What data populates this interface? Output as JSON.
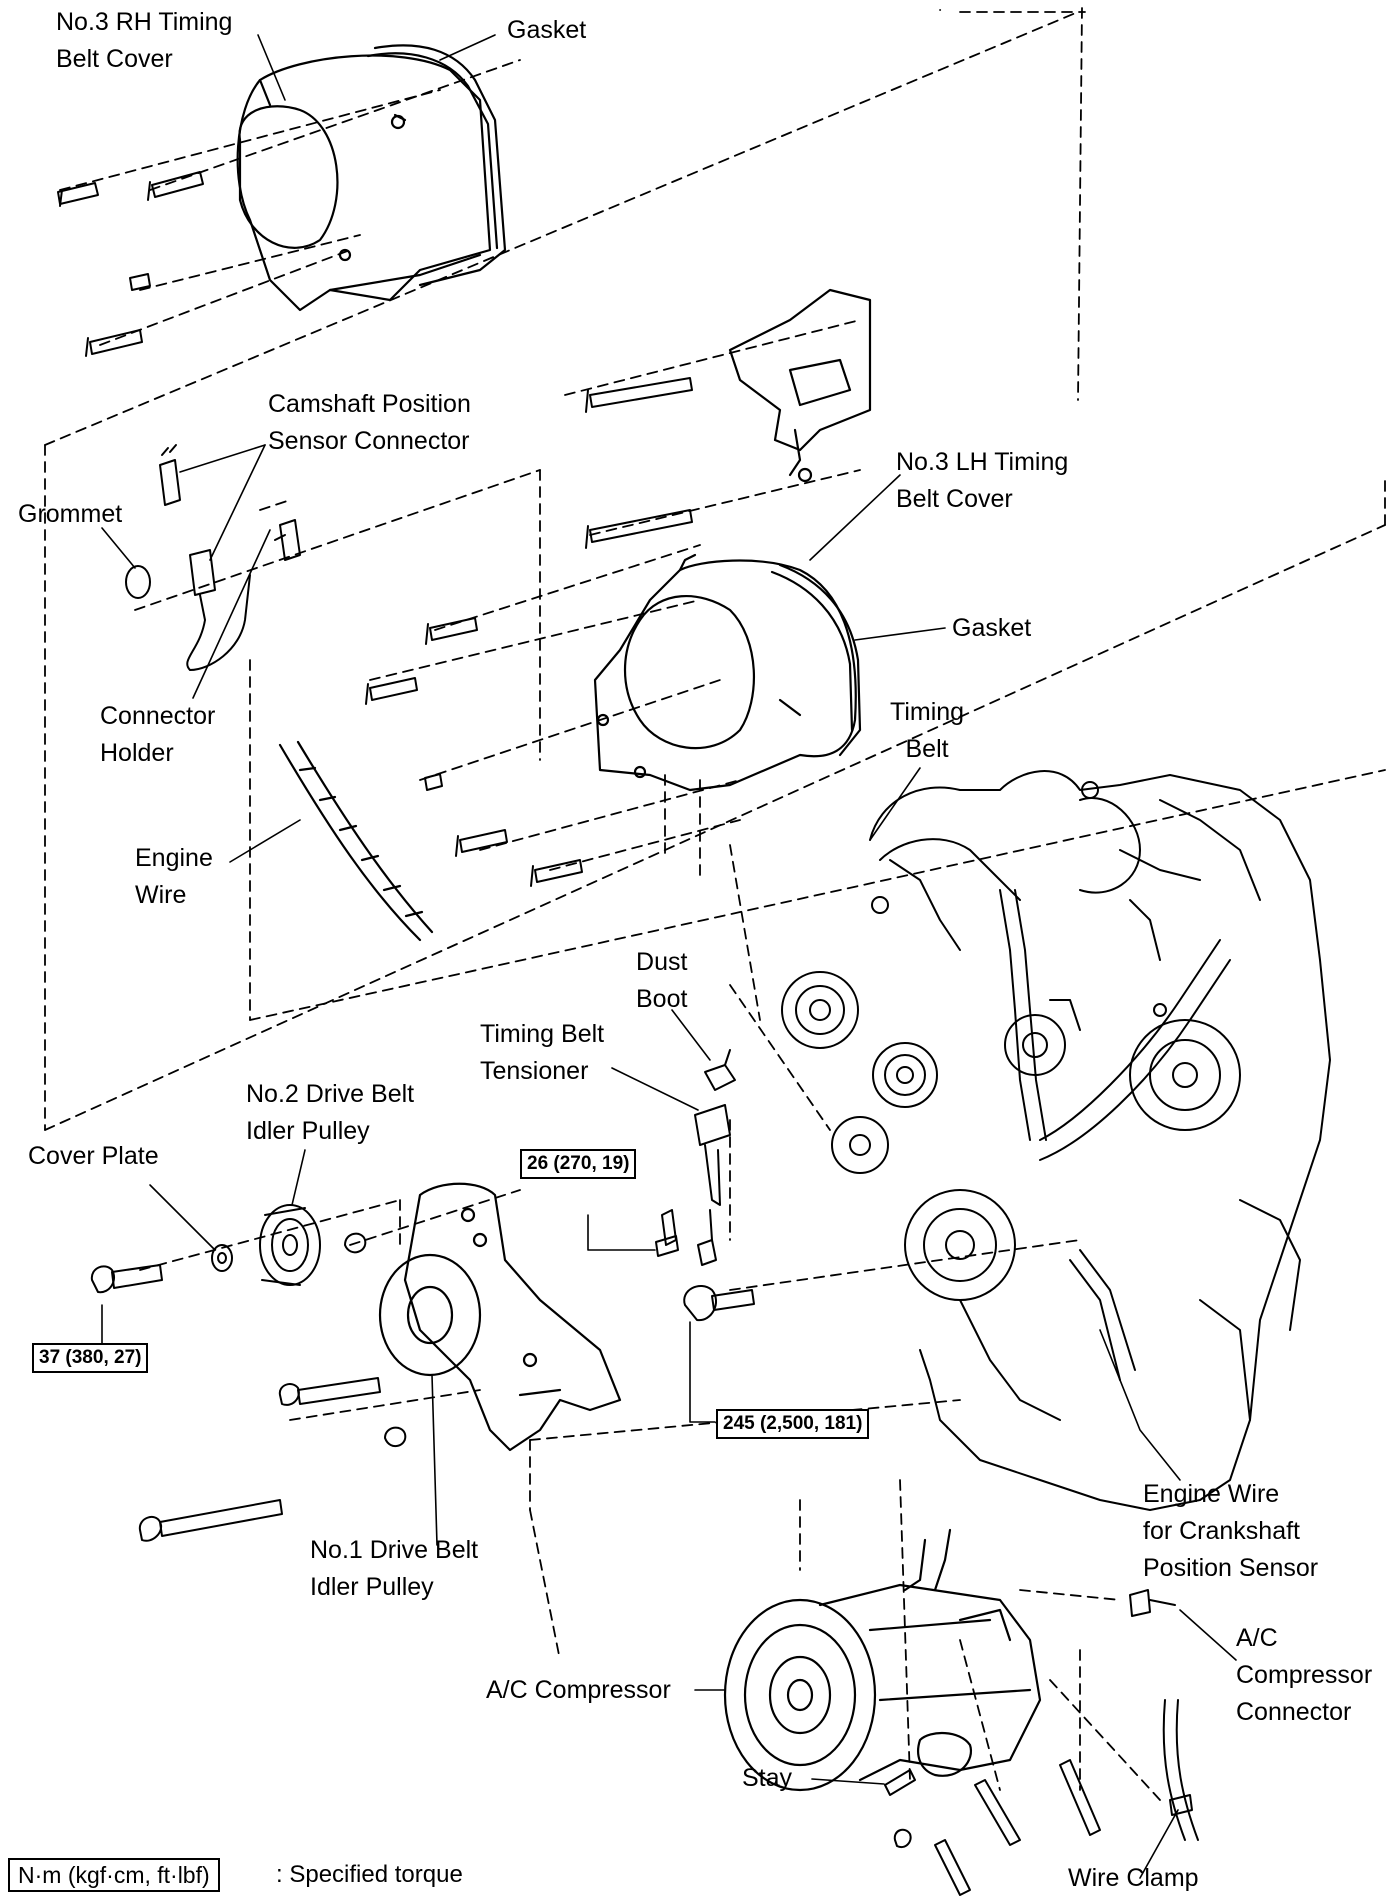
{
  "labels": {
    "rh_cover": [
      "No.3 RH Timing",
      "Belt Cover"
    ],
    "gasket_top": "Gasket",
    "camshaft_connector": [
      "Camshaft Position",
      "Sensor Connector"
    ],
    "grommet": "Grommet",
    "lh_cover": [
      "No.3 LH Timing",
      "Belt Cover"
    ],
    "gasket_mid": "Gasket",
    "connector_holder": [
      "Connector",
      "Holder"
    ],
    "timing_belt": [
      "Timing",
      "Belt"
    ],
    "engine_wire": [
      "Engine",
      "Wire"
    ],
    "dust_boot": [
      "Dust",
      "Boot"
    ],
    "tensioner": [
      "Timing Belt",
      "Tensioner"
    ],
    "no2_idler": [
      "No.2 Drive Belt",
      "Idler Pulley"
    ],
    "cover_plate": "Cover Plate",
    "no1_idler": [
      "No.1 Drive Belt",
      "Idler Pulley"
    ],
    "crank_wire": [
      "Engine Wire",
      "for Crankshaft",
      "Position Sensor"
    ],
    "ac_connector": [
      "A/C",
      "Compressor",
      "Connector"
    ],
    "ac_compressor": "A/C Compressor",
    "stay": "Stay",
    "wire_clamp": "Wire Clamp"
  },
  "torques": {
    "t26": "26 (270, 19)",
    "t37": "37 (380, 27)",
    "t245": "245 (2,500, 181)"
  },
  "legend": {
    "box": "N·m (kgf·cm, ft·lbf)",
    "text": ": Specified torque"
  }
}
